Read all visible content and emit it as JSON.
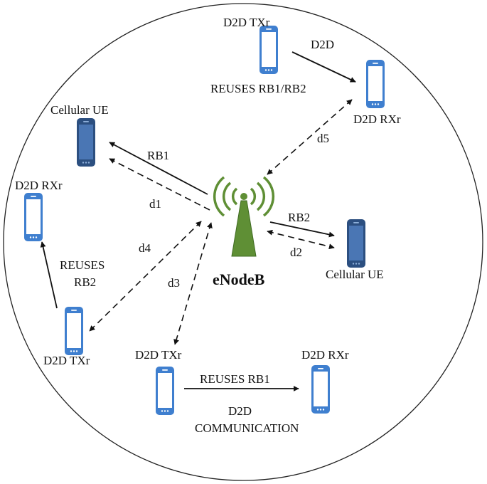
{
  "colors": {
    "phone_light": "#3f7fcf",
    "phone_light_screen": "#ffffff",
    "phone_dark": "#2c4f80",
    "phone_dark_screen": "#4a76b4",
    "tower": "#5f8f35",
    "line": "#111111"
  },
  "icons": {
    "device": "smartphone-icon",
    "base_station": "antenna-tower-icon"
  },
  "labels": {
    "enodeb": "eNodeB",
    "cellular_ue_top": "Cellular UE",
    "cellular_ue_right": "Cellular UE",
    "d2d_txr_top": "D2D TXr",
    "d2d_rxr_top": "D2D RXr",
    "d2d_top_link": "D2D",
    "reuses_top": "REUSES RB1/RB2",
    "d2d_rxr_left": "D2D RXr",
    "d2d_txr_left": "D2D TXr",
    "reuses_left_1": "REUSES",
    "reuses_left_2": "RB2",
    "d2d_txr_bottom": "D2D TXr",
    "d2d_rxr_bottom": "D2D RXr",
    "reuses_bottom": "REUSES RB1",
    "d2d_comm_1": "D2D",
    "d2d_comm_2": "COMMUNICATION",
    "rb1": "RB1",
    "rb2": "RB2",
    "d1": "d1",
    "d2": "d2",
    "d3": "d3",
    "d4": "d4",
    "d5": "d5"
  }
}
